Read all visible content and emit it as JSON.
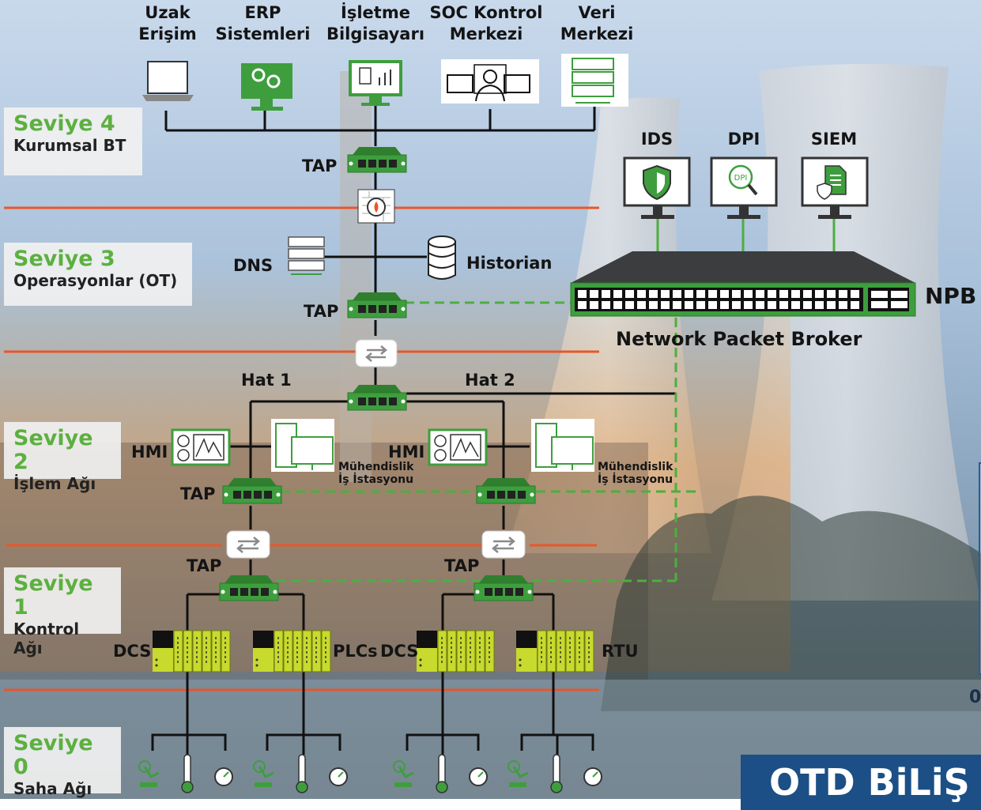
{
  "levels": [
    {
      "num": "Seviye 4",
      "name": "Kurumsal BT"
    },
    {
      "num": "Seviye 3",
      "name": "Operasyonlar (OT)"
    },
    {
      "num": "Seviye 2",
      "name": "İşlem Ağı"
    },
    {
      "num": "Seviye 1",
      "name": "Kontrol Ağı"
    },
    {
      "num": "Seviye 0",
      "name": "Saha Ağı"
    }
  ],
  "top_devices": [
    {
      "line1": "Uzak",
      "line2": "Erişim"
    },
    {
      "line1": "ERP",
      "line2": "Sistemleri"
    },
    {
      "line1": "İşletme",
      "line2": "Bilgisayarı"
    },
    {
      "line1": "SOC Kontrol",
      "line2": "Merkezi"
    },
    {
      "line1": "Veri",
      "line2": "Merkezi"
    }
  ],
  "security_tools": [
    "IDS",
    "DPI",
    "SIEM"
  ],
  "security_icon_text": {
    "dpi": "DPI"
  },
  "npb": {
    "short": "NPB",
    "long": "Network Packet Broker"
  },
  "labels": {
    "tap": "TAP",
    "dns": "DNS",
    "historian": "Historian",
    "hat1": "Hat 1",
    "hat2": "Hat 2",
    "hmi": "HMI",
    "eng_line1": "Mühendislik",
    "eng_line2": "İş İstasyonu",
    "dcs": "DCS",
    "plcs": "PLCs",
    "rtu": "RTU"
  },
  "brand": {
    "partial": "OTD BiLiŞ",
    "edge_fragment": "0"
  },
  "colors": {
    "accent_green": "#5cb040",
    "device_green": "#3e9e3e",
    "level_line": "#e8572a",
    "npb_dark": "#3c3d3f",
    "plc_yellow": "#c7da2d",
    "brand_blue": "#1b4f86"
  }
}
